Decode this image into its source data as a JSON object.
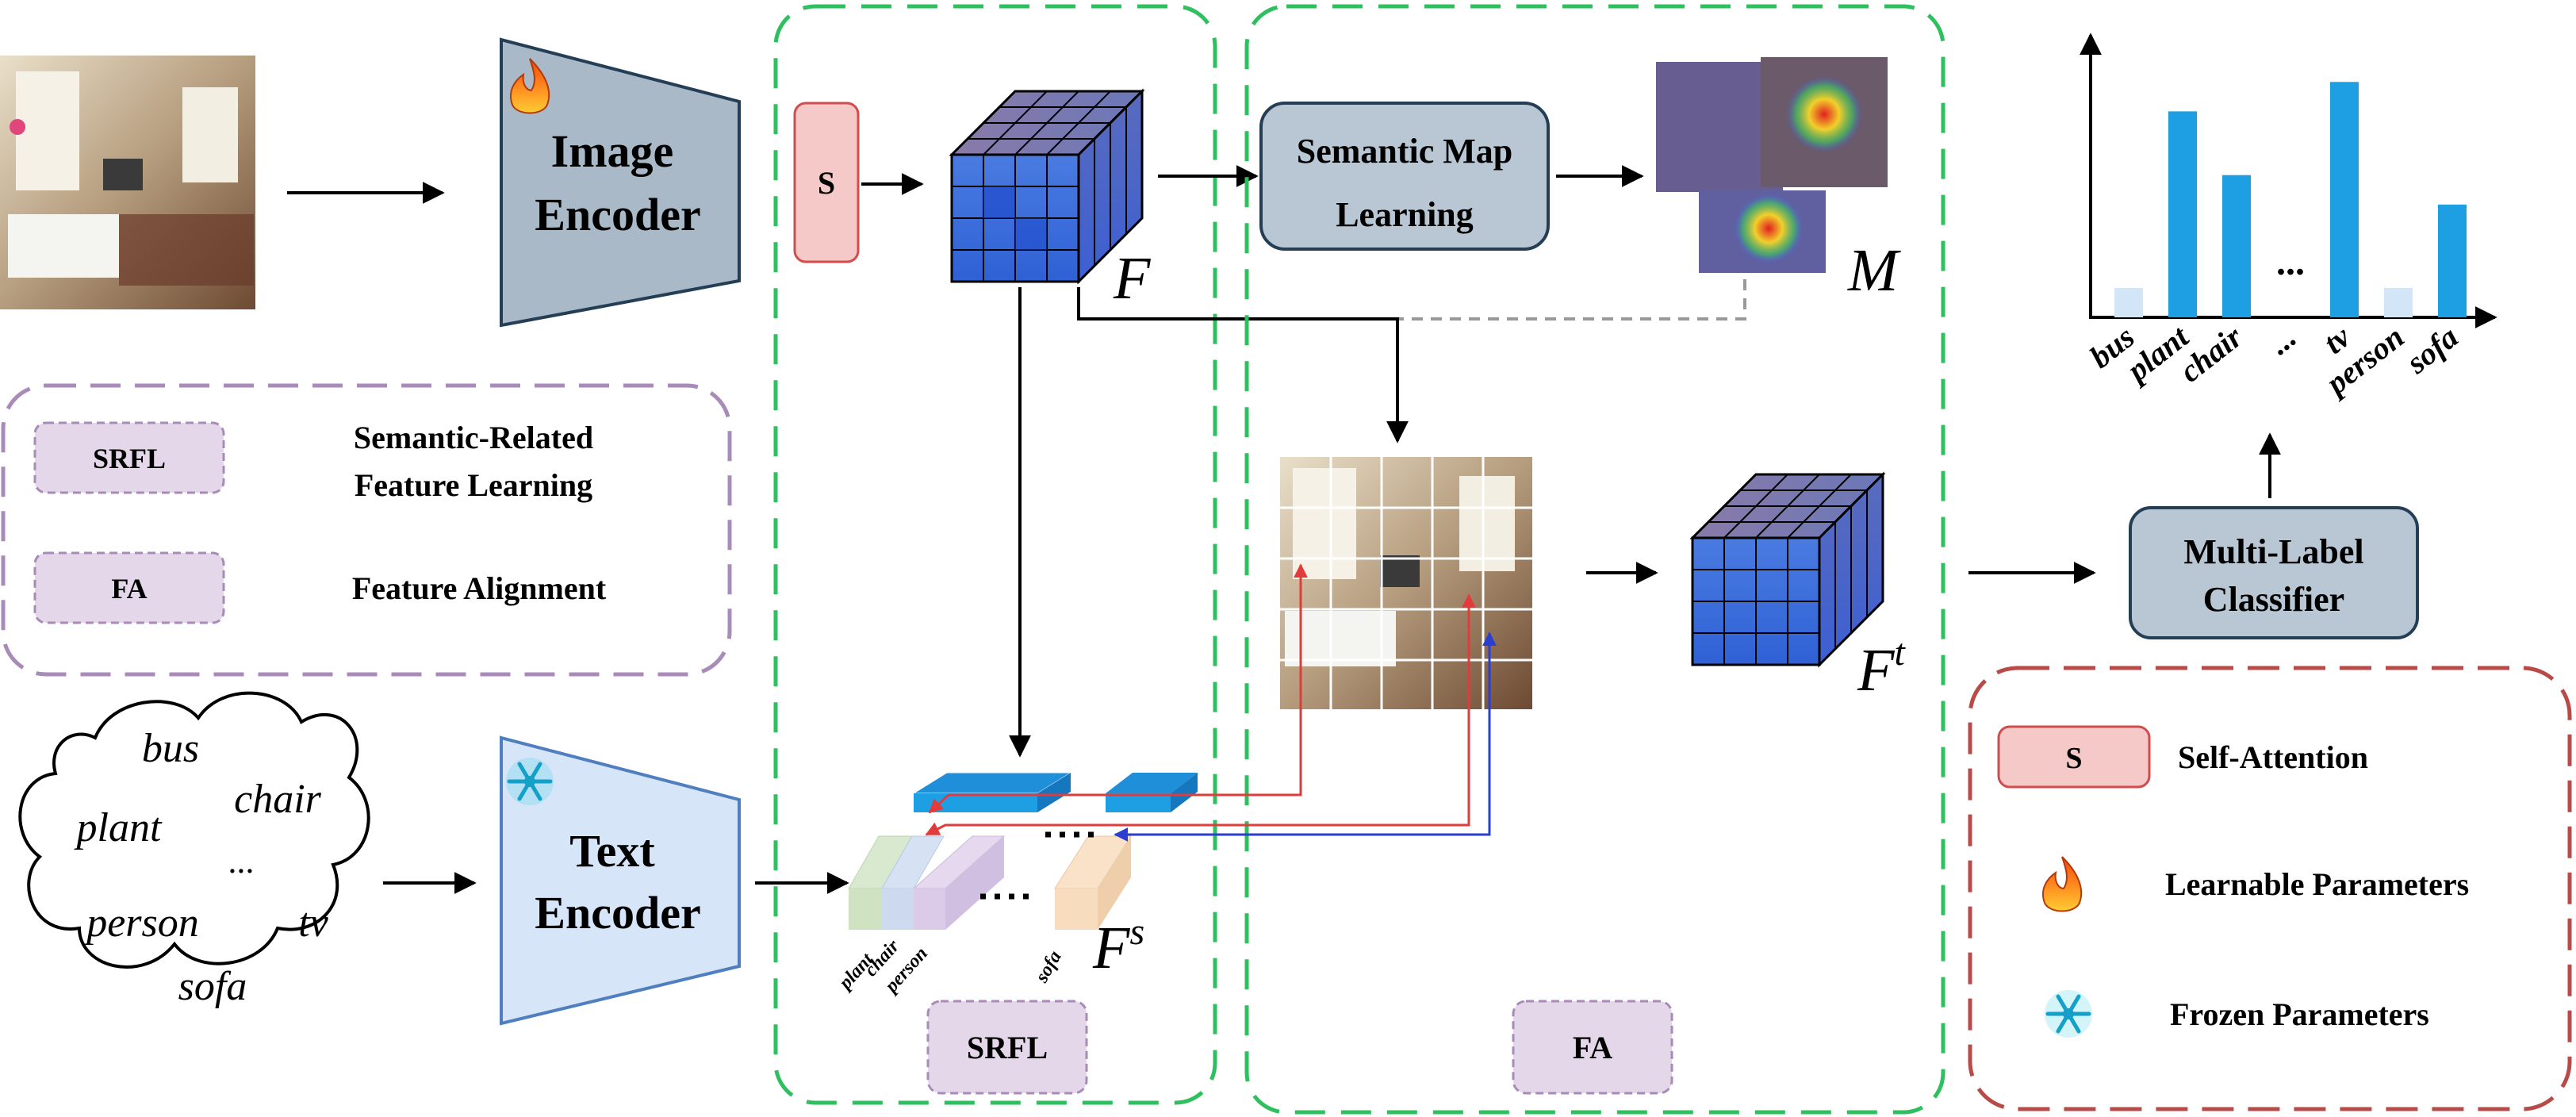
{
  "image_encoder": {
    "line1": "Image",
    "line2": "Encoder",
    "icon": "fire-icon"
  },
  "text_encoder": {
    "line1": "Text",
    "line2": "Encoder",
    "icon": "snowflake-icon"
  },
  "self_attention_block": {
    "label": "S"
  },
  "feature_F": {
    "label": "F"
  },
  "semantic_map_learning": {
    "line1": "Semantic Map",
    "line2": "Learning"
  },
  "map_M": {
    "label": "M"
  },
  "feature_Ft": {
    "base": "F",
    "sup": "t"
  },
  "feature_Fs": {
    "base": "F",
    "sup": "s"
  },
  "classifier": {
    "line1": "Multi-Label",
    "line2": "Classifier"
  },
  "srfl_module_label": "SRFL",
  "fa_module_label": "FA",
  "word_cloud": {
    "words": [
      "bus",
      "chair",
      "plant",
      "...",
      "person",
      "tv",
      "sofa"
    ]
  },
  "text_feature_labels": [
    "plant",
    "chair",
    "person",
    "sofa"
  ],
  "legend_modules": {
    "items": [
      {
        "abbr": "SRFL",
        "line1": "Semantic-Related",
        "line2": "Feature Learning"
      },
      {
        "abbr": "FA",
        "line1": "Feature Alignment",
        "line2": ""
      }
    ]
  },
  "legend_symbols": {
    "self_attention": {
      "symbol": "S",
      "label": "Self-Attention"
    },
    "learnable": {
      "icon": "fire-icon",
      "label": "Learnable Parameters"
    },
    "frozen": {
      "icon": "snowflake-icon",
      "label": "Frozen Parameters"
    }
  },
  "chart_data": {
    "type": "bar",
    "categories": [
      "bus",
      "plant",
      "chair",
      "...",
      "tv",
      "person",
      "sofa"
    ],
    "values": [
      0.12,
      0.84,
      0.58,
      null,
      0.96,
      0.12,
      0.46
    ],
    "highlighted": [
      false,
      true,
      true,
      null,
      true,
      false,
      true
    ],
    "ylim": [
      0,
      1.1
    ],
    "ellipsis": "..."
  },
  "colors": {
    "green_dashed": "#2ebf5e",
    "purple_dashed": "#a88bb8",
    "red_dashed": "#b84a48",
    "encoder_gray": "#a9b9c7",
    "text_encoder_blue": "#d6e5f7",
    "self_attention_pink": "#f6c9c9",
    "module_box": "#b8c7d3",
    "bar_blue": "#1f9fe3",
    "bar_light": "#d3e6f8"
  }
}
